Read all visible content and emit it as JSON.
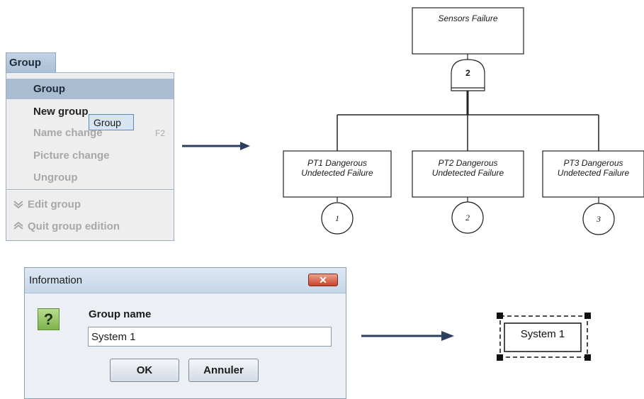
{
  "menu": {
    "tab_label": "Group",
    "items": [
      {
        "label": "Group",
        "state": "selected"
      },
      {
        "label": "New group",
        "state": "enabled"
      },
      {
        "label": "Name change",
        "state": "disabled",
        "shortcut": "F2"
      },
      {
        "label": "Picture change",
        "state": "disabled"
      },
      {
        "label": "Ungroup",
        "state": "disabled"
      },
      {
        "label": "Edit group",
        "state": "disabled",
        "icon": "chevron-down-icon"
      },
      {
        "label": "Quit group edition",
        "state": "disabled",
        "icon": "chevron-up-icon"
      }
    ],
    "tooltip": "Group"
  },
  "fault_tree": {
    "top_event": "Sensors Failure",
    "gate_value": "2",
    "events": [
      {
        "label_line1": "PT1  Dangerous",
        "label_line2": "Undetected Failure",
        "circle": "1"
      },
      {
        "label_line1": "PT2  Dangerous",
        "label_line2": "Undetected Failure",
        "circle": "2"
      },
      {
        "label_line1": "PT3  Dangerous",
        "label_line2": "Undetected Failure",
        "circle": "3"
      }
    ]
  },
  "dialog": {
    "title": "Information",
    "close_glyph": "✕",
    "icon_glyph": "?",
    "field_label": "Group name",
    "field_value": "System 1",
    "ok_label": "OK",
    "cancel_label": "Annuler"
  },
  "result": {
    "group_label": "System 1"
  },
  "colors": {
    "arrow": "#2d3f5e",
    "menu_selected": "#a9bcd1",
    "menu_disabled_text": "#a8a8a8",
    "dialog_close": "#c8422a",
    "question_icon": "#7db34d"
  }
}
